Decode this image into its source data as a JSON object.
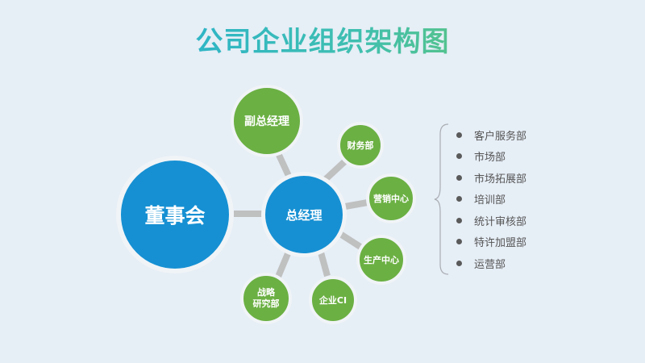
{
  "title": "公司企业组织架构图",
  "colors": {
    "primary_blue": "#1690d3",
    "node_green": "#6bb043",
    "connector_gray": "#bfc0c0",
    "background": "#e6eef6"
  },
  "nodes": {
    "board": "董事会",
    "general_manager": "总经理",
    "deputy_gm": "副总经理",
    "finance": "财务部",
    "marketing_center": "营销中心",
    "production_center": "生产中心",
    "corporate_ci": "企业CI",
    "strategy_line1": "战略",
    "strategy_line2": "研究部"
  },
  "departments": [
    "客户服务部",
    "市场部",
    "市场拓展部",
    "培训部",
    "统计审核部",
    "特许加盟部",
    "运营部"
  ]
}
